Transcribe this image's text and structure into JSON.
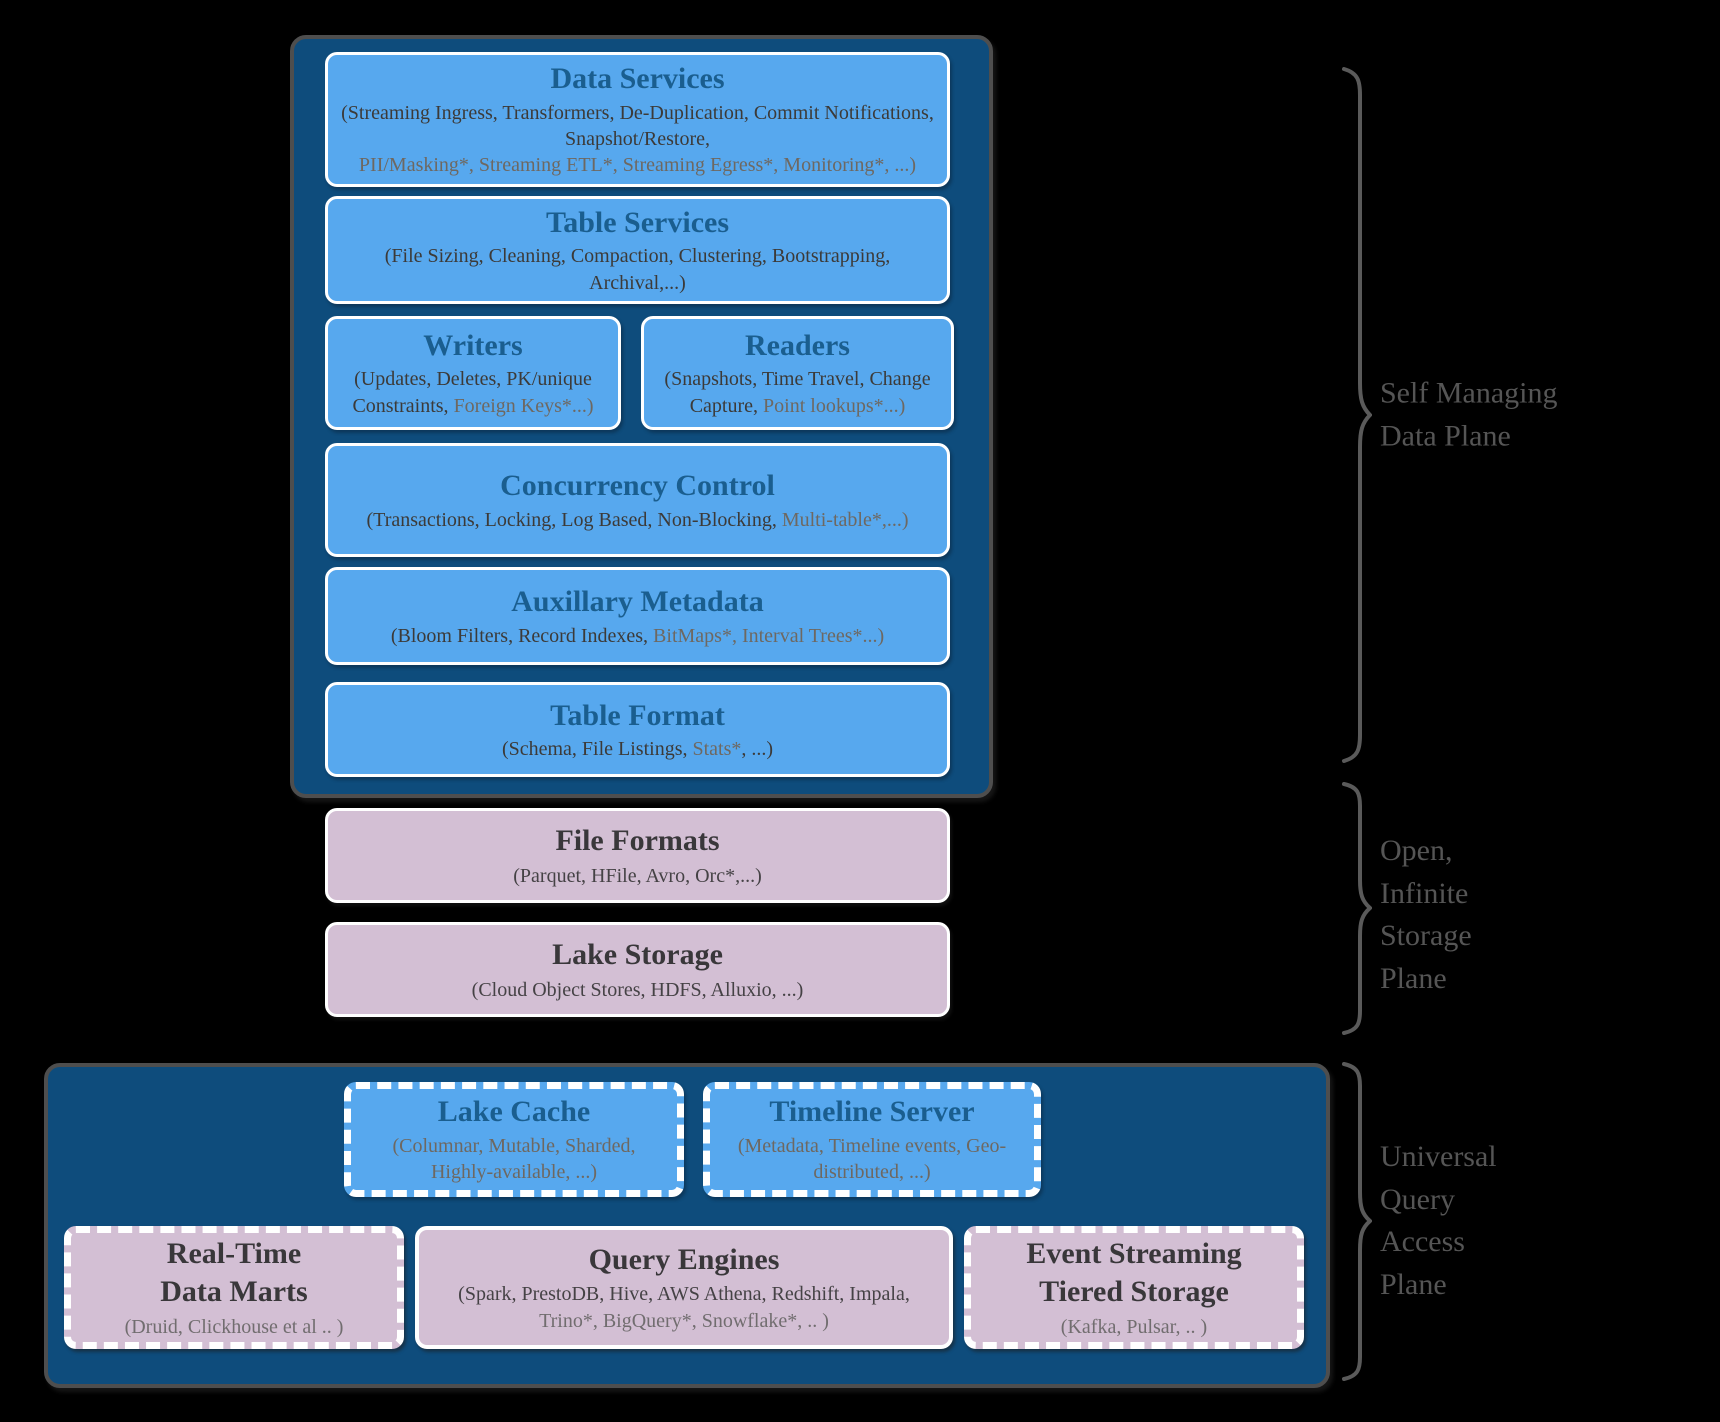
{
  "colors": {
    "background": "#000000",
    "container_blue": "#0e4c7c",
    "box_blue": "#57a8ee",
    "box_mauve": "#d3bfd4",
    "blue_title": "#1a5e8f",
    "muted_text": "#6e6861",
    "plane_label_gray": "#555555"
  },
  "top_plane": {
    "label": "Self Managing\nData Plane",
    "data_services": {
      "title": "Data Services",
      "sub_main": "(Streaming Ingress, Transformers, De-Duplication, Commit Notifications, Snapshot/Restore,",
      "sub_muted": "PII/Masking*, Streaming ETL*, Streaming Egress*,  Monitoring*, ...)"
    },
    "table_services": {
      "title": "Table Services",
      "sub_main": "(File Sizing, Cleaning, Compaction, Clustering, Bootstrapping, Archival,...)"
    },
    "writers": {
      "title": "Writers",
      "sub_main": "(Updates, Deletes, PK/unique Constraints, ",
      "sub_muted": "Foreign Keys*...)"
    },
    "readers": {
      "title": "Readers",
      "sub_main": "(Snapshots, Time Travel, Change Capture, ",
      "sub_muted": "Point lookups*...)"
    },
    "concurrency_control": {
      "title": "Concurrency Control",
      "sub_main": "(Transactions, Locking, Log Based, Non-Blocking, ",
      "sub_muted": "Multi-table*,...)"
    },
    "auxillary_metadata": {
      "title": "Auxillary Metadata",
      "sub_main": "(Bloom Filters, Record Indexes, ",
      "sub_muted": "BitMaps*, Interval Trees*...)"
    },
    "table_format": {
      "title": "Table Format",
      "sub_main": "(Schema, File Listings, ",
      "sub_muted": "Stats*",
      "sub_tail": ", ...)"
    }
  },
  "storage_plane": {
    "label": "Open,\nInfinite\nStorage\nPlane",
    "file_formats": {
      "title": "File Formats",
      "sub_main": "(Parquet, HFile, Avro, Orc*,...)"
    },
    "lake_storage": {
      "title": "Lake Storage",
      "sub_main": "(Cloud Object Stores, HDFS, Alluxio, ...)"
    }
  },
  "query_plane": {
    "label": "Universal\nQuery\nAccess\nPlane",
    "lake_cache": {
      "title": "Lake Cache",
      "sub_muted": "(Columnar, Mutable, Sharded, Highly-available, ...)"
    },
    "timeline_server": {
      "title": "Timeline Server",
      "sub_muted": "(Metadata, Timeline events, Geo-distributed, ...)"
    },
    "realtime_data_marts": {
      "title_line1": "Real-Time",
      "title_line2": "Data Marts",
      "sub_muted": "(Druid, Clickhouse et al .. )"
    },
    "query_engines": {
      "title": "Query Engines",
      "sub_main": "(Spark, PrestoDB, Hive, AWS Athena, Redshift, Impala,",
      "sub_muted": "Trino*, BigQuery*, Snowflake*, .. )"
    },
    "event_streaming": {
      "title_line1": "Event Streaming",
      "title_line2": "Tiered Storage",
      "sub_muted": "(Kafka, Pulsar, .. )"
    }
  }
}
